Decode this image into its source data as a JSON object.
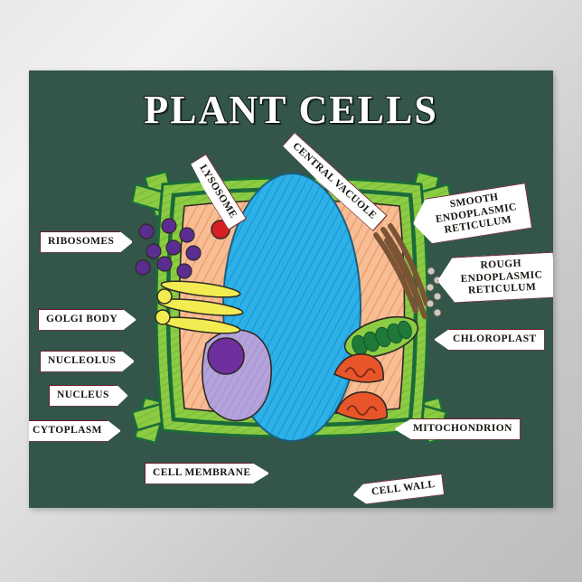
{
  "poster": {
    "title": "PLANT CELLS",
    "background_color": "#33554a",
    "frame_color": "#e8e8e8"
  },
  "diagram": {
    "name": "plant-cell-cross-section",
    "colors": {
      "cell_wall_outer": "#8ccc44",
      "cell_wall_stroke": "#1b6b3a",
      "cell_membrane": "#1b6b3a",
      "cytoplasm": "#f5b285",
      "vacuole": "#29a8e0",
      "nucleus": "#b1a0d8",
      "nucleolus": "#6f2f9e",
      "golgi": "#f2ec52",
      "ribosome": "#5c2d91",
      "lysosome": "#d91f26",
      "chloroplast": "#8ccc44",
      "chloroplast_grana": "#1f7a3a",
      "mitochondrion": "#e8552b",
      "endoplasmic_reticulum": "#7b5435"
    }
  },
  "labels": [
    {
      "id": "ribosomes",
      "text": "RIBOSOMES",
      "direction": "right"
    },
    {
      "id": "golgi-body",
      "text": "GOLGI BODY",
      "direction": "right"
    },
    {
      "id": "nucleolus",
      "text": "NUCLEOLUS",
      "direction": "right"
    },
    {
      "id": "nucleus",
      "text": "NUCLEUS",
      "direction": "right"
    },
    {
      "id": "cytoplasm",
      "text": "CYTOPLASM",
      "direction": "right"
    },
    {
      "id": "cell-membrane",
      "text": "CELL MEMBRANE",
      "direction": "right"
    },
    {
      "id": "cell-wall",
      "text": "CELL WALL",
      "direction": "left"
    },
    {
      "id": "mitochondrion",
      "text": "MITOCHONDRION",
      "direction": "left"
    },
    {
      "id": "chloroplast",
      "text": "CHLOROPLAST",
      "direction": "left"
    },
    {
      "id": "rough-er",
      "text": "ROUGH\nENDOPLASMIC\nRETICULUM",
      "direction": "left"
    },
    {
      "id": "smooth-er",
      "text": "SMOOTH\nENDOPLASMIC\nRETICULUM",
      "direction": "left"
    },
    {
      "id": "lysosome",
      "text": "LYSOSOME",
      "direction": "down"
    },
    {
      "id": "central-vacuole",
      "text": "CENTRAL VACUOLE",
      "direction": "down"
    }
  ]
}
